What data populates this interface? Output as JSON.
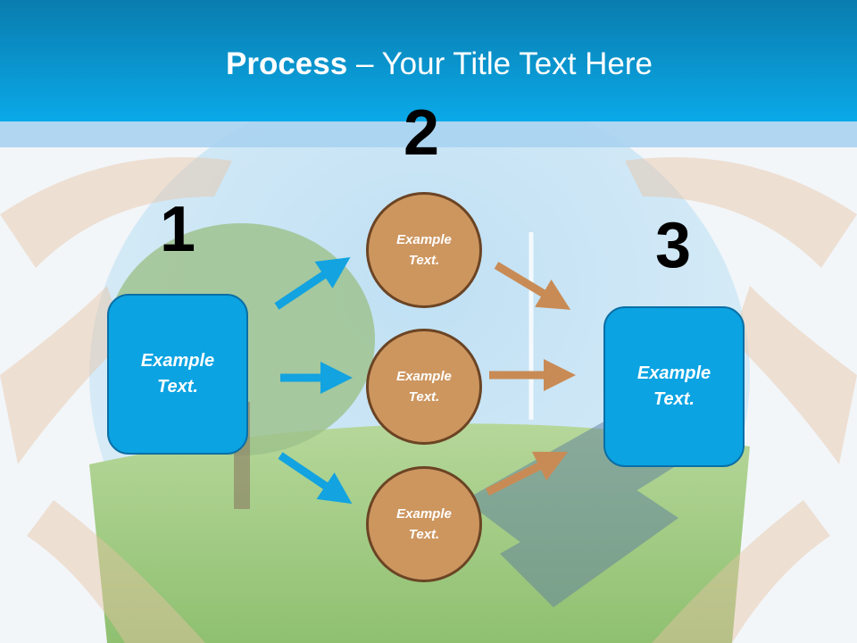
{
  "title": {
    "bold": "Process",
    "rest": " – Your Title Text Here"
  },
  "steps": [
    "1",
    "2",
    "3"
  ],
  "box1": {
    "line1": "Example",
    "line2": "Text."
  },
  "box3": {
    "line1": "Example",
    "line2": "Text."
  },
  "circles": [
    {
      "line1": "Example",
      "line2": "Text."
    },
    {
      "line1": "Example",
      "line2": "Text."
    },
    {
      "line1": "Example",
      "line2": "Text."
    }
  ],
  "colors": {
    "header": "#0aa9e8",
    "box": "#0ba3e2",
    "circle": "#cd965f",
    "blue_arrow": "#12a3e0",
    "brown_arrow": "#c98b55"
  }
}
